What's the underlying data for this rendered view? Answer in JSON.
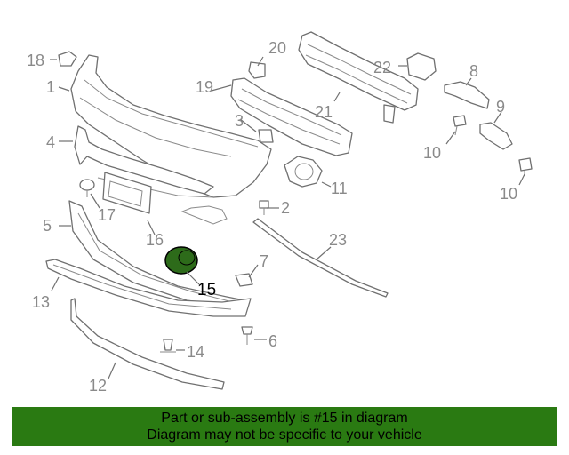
{
  "diagram": {
    "highlight_color": "#2d6b1a",
    "banner_color": "#2a7a12",
    "callouts": {
      "p1": "1",
      "p2": "2",
      "p3": "3",
      "p4": "4",
      "p5": "5",
      "p6": "6",
      "p7": "7",
      "p8": "8",
      "p9": "9",
      "p10a": "10",
      "p10b": "10",
      "p11": "11",
      "p12": "12",
      "p13": "13",
      "p14": "14",
      "p15": "15",
      "p16": "16",
      "p17": "17",
      "p18": "18",
      "p19": "19",
      "p20": "20",
      "p21": "21",
      "p22": "22",
      "p23": "23"
    },
    "highlighted_part": "15"
  },
  "banner": {
    "line1": "Part or sub-assembly is #15 in diagram",
    "line2": "Diagram may not be specific to your vehicle"
  }
}
